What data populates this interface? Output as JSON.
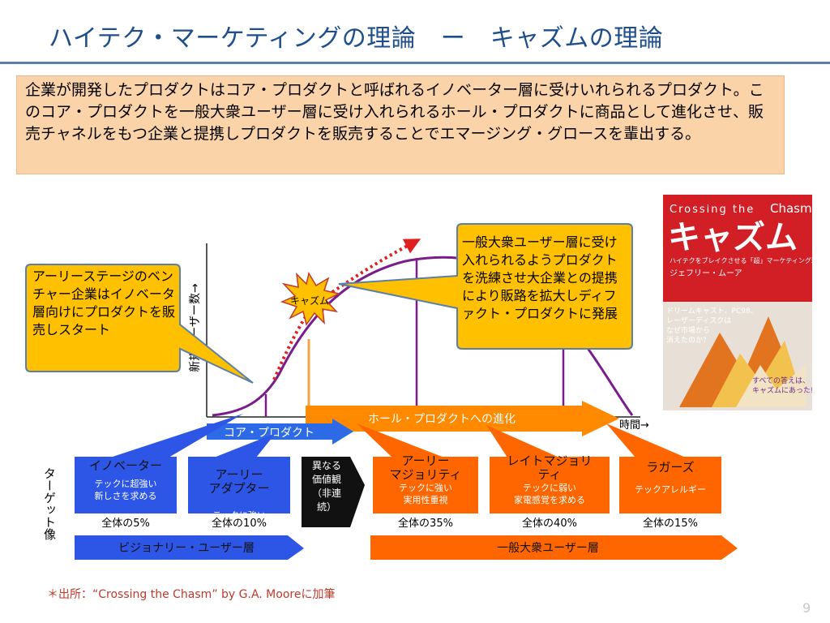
{
  "title": "ハイテク・マーケティングの理論　ー　キャズムの理論",
  "intro": "企業が開発したプロダクトはコア・プロダクトと呼ばれるイノベーター層に受けいれられるプロダクト。このコア・プロダクトを一般大衆ユーザー層に受け入れられるホール・プロダクトに商品として進化させ、販売チャネルをもつ企業と提携しプロダクトを販売することでエマージング・グロースを輩出する。",
  "chart": {
    "y_axis_label": "新規ユーザー数→",
    "x_axis_label": "時間→",
    "chasm_label": "キャズム",
    "core_product": "コア・プロダクト",
    "whole_product": "ホール・プロダクトへの進化"
  },
  "callouts": {
    "left": "アーリーステージのベンチャー企業はイノベータ層向けにプロダクトを販売しスタート",
    "right": "一般大衆ユーザー層に受け入れられるようプロダクトを洗練させ大企業との提携により販路を拡大しディファクト・プロダクトに発展"
  },
  "stages": [
    {
      "name": "イノベーター",
      "desc": "テックに超強い\n新しさを求める",
      "share": "全体の5%"
    },
    {
      "name": "アーリー\nアダプター",
      "desc": "テックに強い\n変革を求める",
      "share": "全体の10%"
    },
    {
      "name": "アーリー\nマジョリティ",
      "desc": "テックに強い\n実用性重視",
      "share": "全体の35%"
    },
    {
      "name": "レイトマジョリ\nティ",
      "desc": "テックに弱い\n家電感覚を求める",
      "share": "全体の40%"
    },
    {
      "name": "ラガーズ",
      "desc": "テックアレルギー",
      "share": "全体の15%"
    }
  ],
  "gap_box": "異なる\n価値観\n（非連\n続）",
  "target_label": "ターゲット像",
  "bottom_arrows": {
    "visionary": "ビジョナリー・ユーザー層",
    "mass": "一般大衆ユーザー層"
  },
  "book": {
    "line1": "Crossing the",
    "line2": "Chasm",
    "title": "キャズム",
    "subtitle": "ハイテクをブレイクさせる「超」マーケティング理論",
    "author": "ジェフリー・ムーア",
    "tagline1": "ドリームキャスト、PC98、",
    "tagline2": "レーザーディスクは",
    "tagline3": "なぜ市場から",
    "tagline4": "消えたのか?",
    "tagline5": "すべての答えは、",
    "tagline6": "キャズムにあった!"
  },
  "footnote": "＊出所：“Crossing the Chasm” by G.A. Mooreに加筆",
  "page_number": "9",
  "colors": {
    "title": "#1f4e8c",
    "blue_stage": "#2d55e6",
    "orange_stage": "#ff6600",
    "callout_fill": "#ffc000",
    "curve": "#7b1c8c",
    "dotted_arrow": "#e0201f"
  }
}
